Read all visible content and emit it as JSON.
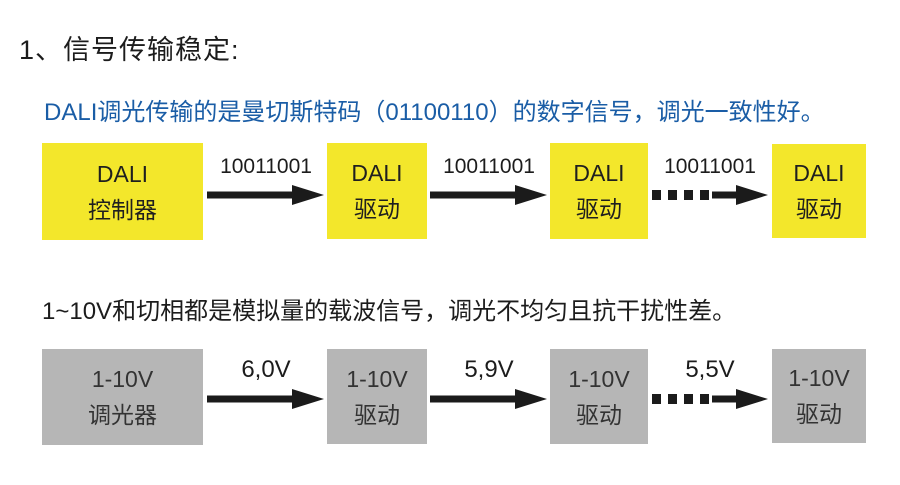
{
  "colors": {
    "dali_box": "#f3e72b",
    "analog_box": "#b6b6b6",
    "dali_description_text": "#1a5da6",
    "body_text": "#1c1c1c",
    "arrow": "#1b1b1b"
  },
  "title": "1、信号传输稳定:",
  "dali_section": {
    "description": "DALI调光传输的是曼切斯特码（01100110）的数字信号，调光一致性好。",
    "nodes": [
      {
        "line1": "DALI",
        "line2": "控制器"
      },
      {
        "line1": "DALI",
        "line2": "驱动"
      },
      {
        "line1": "DALI",
        "line2": "驱动"
      },
      {
        "line1": "DALI",
        "line2": "驱动"
      }
    ],
    "arrows": [
      {
        "label": "10011001",
        "style": "solid"
      },
      {
        "label": "10011001",
        "style": "solid"
      },
      {
        "label": "10011001",
        "style": "dashed"
      }
    ]
  },
  "analog_section": {
    "description": "1~10V和切相都是模拟量的载波信号，调光不均匀且抗干扰性差。",
    "nodes": [
      {
        "line1": "1-10V",
        "line2": "调光器"
      },
      {
        "line1": "1-10V",
        "line2": "驱动"
      },
      {
        "line1": "1-10V",
        "line2": "驱动"
      },
      {
        "line1": "1-10V",
        "line2": "驱动"
      }
    ],
    "arrows": [
      {
        "label": "6,0V",
        "style": "solid"
      },
      {
        "label": "5,9V",
        "style": "solid"
      },
      {
        "label": "5,5V",
        "style": "dashed"
      }
    ]
  }
}
